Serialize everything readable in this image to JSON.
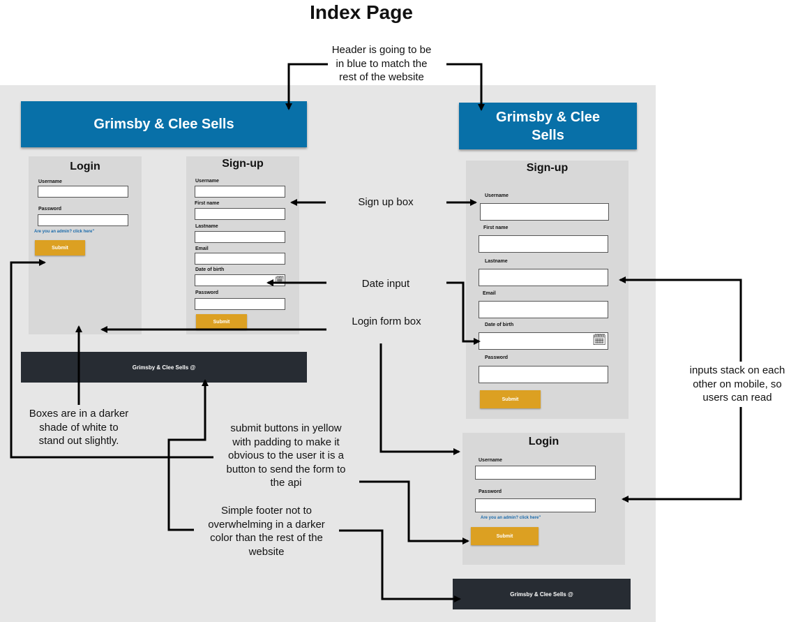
{
  "page_title": "Index Page",
  "site_name": "Grimsby & Clee Sells",
  "footer_text": "Grimsby & Clee Sells @",
  "login": {
    "title": "Login",
    "username_label": "Username",
    "password_label": "Password",
    "admin_link": "Are you an admin? click here\"",
    "submit": "Submit"
  },
  "signup": {
    "title": "Sign-up",
    "username_label": "Username",
    "firstname_label": "First name",
    "lastname_label": "Lastname",
    "email_label": "Email",
    "dob_label": "Date of birth",
    "password_label": "Password",
    "submit": "Submit"
  },
  "notes": {
    "header": "Header is going to be\nin blue to match the\nrest of the website",
    "signup_box": "Sign up box",
    "date_input": "Date input",
    "login_box": "Login form box",
    "boxes": "Boxes are in a darker\nshade of white to\nstand out slightly.",
    "submit_buttons": "submit buttons in yellow\nwith padding to make it\nobvious to the user it is a\nbutton to send the form to\nthe api",
    "footer": "Simple footer not to\noverwhelming in a darker\ncolor than the rest of the\nwebsite",
    "mobile": "inputs stack on each\nother on mobile, so\nusers can read"
  },
  "icons": {
    "calendar": "calendar-icon"
  },
  "colors": {
    "header": "#0870a8",
    "footer": "#272c33",
    "button": "#dca022",
    "box": "#d8d8d8",
    "canvas": "#e6e6e6"
  }
}
